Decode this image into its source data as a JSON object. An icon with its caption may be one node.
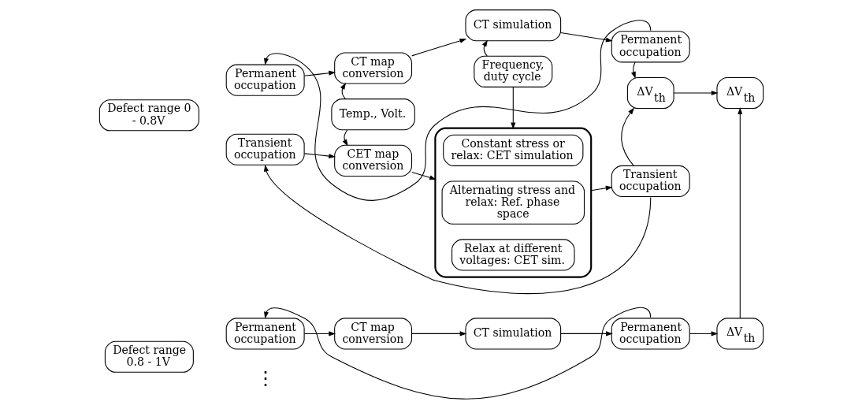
{
  "diagram": {
    "nodes": [
      {
        "text": [
          "Defect range 0 - 0.8V"
        ]
      },
      {
        "text": [
          "Permanent occupation"
        ]
      },
      {
        "text": [
          "CT map conversion"
        ]
      },
      {
        "text": [
          "CT simulation"
        ]
      },
      {
        "text": [
          "Permanent occupation"
        ]
      },
      {
        "text": [
          "Temp., Volt."
        ]
      },
      {
        "text": [
          "Frequency, duty cycle"
        ]
      },
      {
        "text": [
          "ΔV$_{th}$"
        ]
      },
      {
        "text": [
          "Transient occupation"
        ]
      },
      {
        "text": [
          "CET map conversion"
        ]
      },
      {
        "text": [],
        "shape": "box"
      },
      {
        "text": [
          "Constant stress or relax: CET simulation"
        ],
        "in": 10
      },
      {
        "text": [
          "Alternating stress and relax: Ref. phase space"
        ],
        "in": 10
      },
      {
        "text": [
          "Relax at different voltages: CET sim."
        ],
        "in": 10
      },
      {
        "text": [
          "Transient occupation"
        ]
      },
      {
        "text": [
          "ΔV$_{th}$"
        ]
      },
      {
        "text": [
          "Defect range 0.8 - 1V"
        ]
      },
      {
        "text": [
          "Permanent occupation"
        ]
      },
      {
        "text": [
          "CT map conversion"
        ]
      },
      {
        "text": [
          "CT simulation"
        ]
      },
      {
        "text": [
          "Permanent occupation"
        ]
      },
      {
        "text": [
          "ΔV$_{th}$"
        ]
      }
    ],
    "edges": [
      {
        "from": 1,
        "to": 2,
        "arrow": "to"
      },
      {
        "from": 2,
        "to": 3,
        "arrow": "to"
      },
      {
        "from": 3,
        "to": 4,
        "arrow": "to"
      },
      {
        "from": 4,
        "to": 1,
        "arrow": "to"
      },
      {
        "from": 5,
        "to": 2,
        "arrow": "to"
      },
      {
        "from": 5,
        "to": 9,
        "arrow": "to"
      },
      {
        "from": 6,
        "to": 3,
        "arrow": "to"
      },
      {
        "from": 6,
        "to": 10,
        "arrow": "to"
      },
      {
        "from": 4,
        "to": 7,
        "arrow": "to"
      },
      {
        "from": 8,
        "to": 9,
        "arrow": "to"
      },
      {
        "from": 9,
        "to": 10,
        "arrow": "to"
      },
      {
        "from": 10,
        "to": 14,
        "arrow": "to"
      },
      {
        "from": 14,
        "to": 8,
        "arrow": "to"
      },
      {
        "from": 14,
        "to": 7,
        "arrow": "to"
      },
      {
        "from": 7,
        "to": 15,
        "arrow": "to"
      },
      {
        "from": 17,
        "to": 18,
        "arrow": "to"
      },
      {
        "from": 18,
        "to": 19,
        "arrow": "to"
      },
      {
        "from": 19,
        "to": 20,
        "arrow": "to"
      },
      {
        "from": 20,
        "to": 17,
        "arrow": "to"
      },
      {
        "from": 20,
        "to": 21,
        "arrow": "to"
      },
      {
        "from": 21,
        "to": 15,
        "arrow": "to"
      }
    ],
    "labels": [
      "⋮"
    ]
  }
}
